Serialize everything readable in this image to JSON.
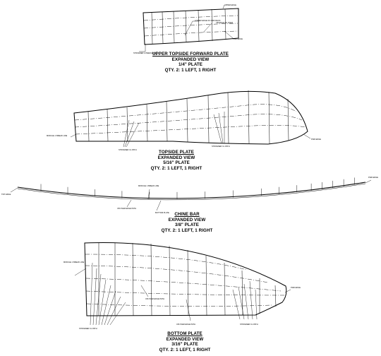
{
  "plates": {
    "upper": {
      "title": "UPPER TOPSIDE FORWARD PLATE",
      "view": "EXPANDED VIEW",
      "thickness": "1/4\" PLATE",
      "qty": "QTY. 2: 1 LEFT, 1 RIGHT"
    },
    "topside": {
      "title": "TOPSIDE PLATE",
      "view": "EXPANDED VIEW",
      "thickness": "5/16\" PLATE",
      "qty": "QTY. 2: 1 LEFT, 1 RIGHT"
    },
    "chine": {
      "title": "CHINE BAR",
      "view": "EXPANDED VIEW",
      "thickness": "3/8\" PLATE",
      "qty": "QTY. 2: 1 LEFT, 1 RIGHT"
    },
    "bottom": {
      "title": "BOTTOM PLATE",
      "view": "EXPANDED VIEW",
      "thickness": "3/16\" PLATE",
      "qty": "QTY. 2: 1 LEFT, 1 RIGHT"
    }
  },
  "callouts": {
    "stiffener_lower_edge": "STIFFENER LOWER EDGE",
    "lower_edge_of_deck": "LOWER EDGE OF FWD DECK",
    "cb_edge": "CB EDGE OF STEM",
    "fwd_edge": "FWD EDGE",
    "upper_edge": "UPPER EDGE",
    "stiffener_cl_path": "STIFFENER CL PATH",
    "module_break": "MODULE 1 BREAK LINE",
    "cb_over_edge": "CB OVER EDGE PATH",
    "stiffener_cl": "STIFFENER CL PATH",
    "chine_top": "TOP EDGE",
    "chine_bottom": "BOTTOM PLATE"
  }
}
